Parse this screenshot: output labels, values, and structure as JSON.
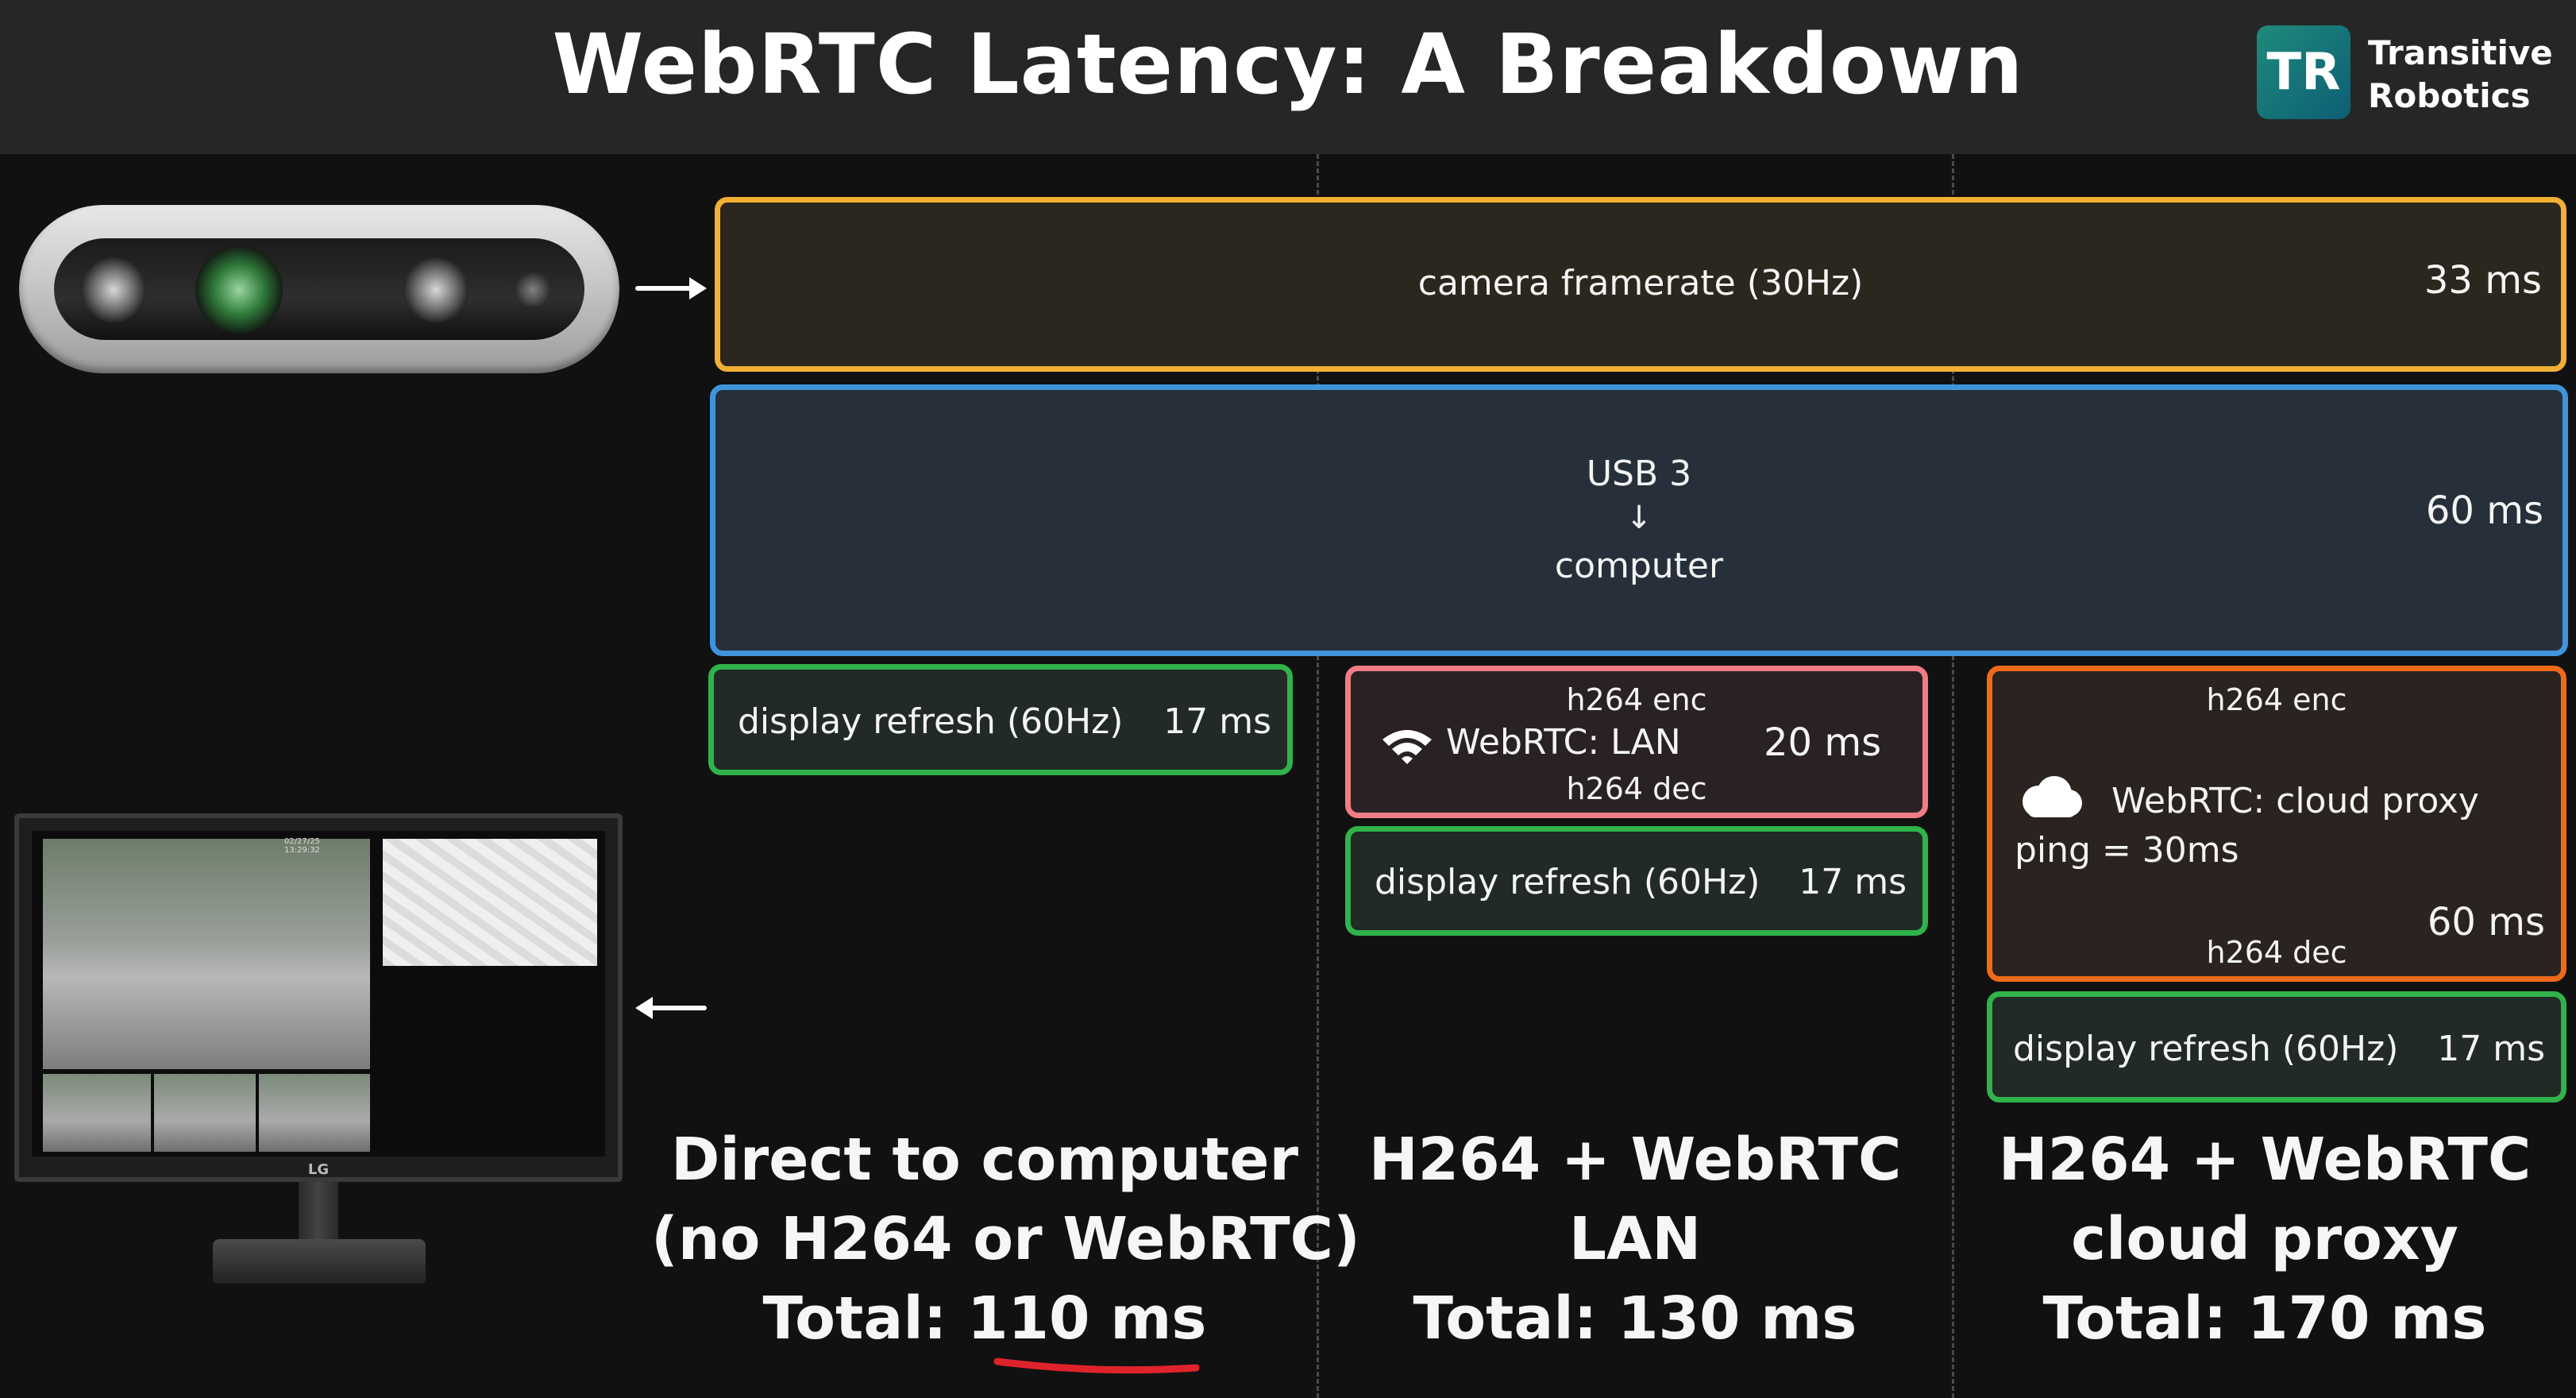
{
  "header": {
    "title": "WebRTC Latency: A Breakdown",
    "logo_mark": "TR",
    "logo_line1": "Transitive",
    "logo_line2": "Robotics"
  },
  "colors": {
    "camera": "#f2b035",
    "usb": "#3f94dc",
    "display": "#2fb34a",
    "lan": "#f07d86",
    "cloud": "#ef6a18",
    "underline": "#e0232b"
  },
  "monitor": {
    "timestamp": "02/27/25 13:29:32",
    "brand": "LG"
  },
  "camera_box": {
    "label": "camera framerate (30Hz)",
    "ms": "33 ms"
  },
  "usb_box": {
    "line1": "USB 3",
    "arrow": "↓",
    "line2": "computer",
    "ms": "60 ms"
  },
  "direct": {
    "display_label": "display refresh (60Hz)",
    "display_ms": "17 ms",
    "summary_line1": "Direct to computer",
    "summary_line2": "(no H264 or WebRTC)",
    "total_prefix": "Total:",
    "total_value": "110 ms"
  },
  "lan": {
    "enc": "h264 enc",
    "label": "WebRTC: LAN",
    "ms": "20 ms",
    "dec": "h264 dec",
    "display_label": "display refresh (60Hz)",
    "display_ms": "17 ms",
    "summary_line1": "H264 + WebRTC",
    "summary_line2": "LAN",
    "total": "Total: 130 ms"
  },
  "cloud": {
    "enc": "h264 enc",
    "label": "WebRTC: cloud proxy",
    "ping": "ping = 30ms",
    "ms": "60 ms",
    "dec": "h264 dec",
    "display_label": "display refresh (60Hz)",
    "display_ms": "17 ms",
    "summary_line1": "H264 + WebRTC",
    "summary_line2": "cloud proxy",
    "total": "Total: 170 ms"
  }
}
